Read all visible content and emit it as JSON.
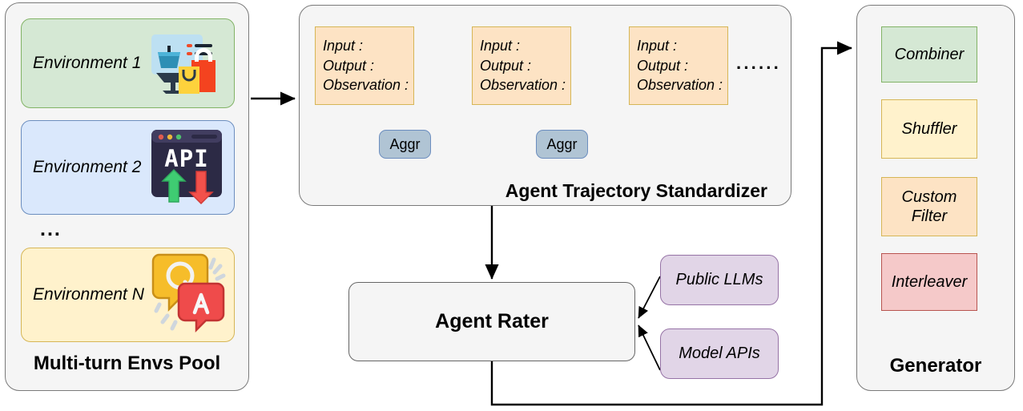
{
  "pool": {
    "title": "Multi-turn Envs Pool",
    "ellipsis": "...",
    "environments": [
      {
        "label": "Environment 1",
        "fill": "#d5e8d4",
        "stroke": "#82b366",
        "icon": "shopping-cart-icon"
      },
      {
        "label": "Environment 2",
        "fill": "#dae8fc",
        "stroke": "#6c8ebf",
        "icon": "api-terminal-icon"
      },
      {
        "label": "Environment N",
        "fill": "#fff2cc",
        "stroke": "#d6b656",
        "icon": "question-answer-icon"
      }
    ]
  },
  "standardizer": {
    "title": "Agent Trajectory Standardizer",
    "ellipsis": "······",
    "steps": [
      {
        "text": "Input :\nOutput :\nObservation :"
      },
      {
        "text": "Input :\nOutput :\nObservation :"
      },
      {
        "text": "Input :\nOutput :\nObservation :"
      }
    ],
    "aggregators": [
      {
        "label": "Aggr"
      },
      {
        "label": "Aggr"
      }
    ]
  },
  "rater": {
    "title": "Agent Rater",
    "sources": [
      {
        "label": "Public LLMs"
      },
      {
        "label": "Model APIs"
      }
    ]
  },
  "generator": {
    "title": "Generator",
    "stages": [
      {
        "label": "Combiner",
        "fill": "#d5e8d4",
        "stroke": "#82b366"
      },
      {
        "label": "Shuffler",
        "fill": "#fff2cc",
        "stroke": "#d6b656"
      },
      {
        "label": "Custom\nFilter",
        "fill": "#fde3c4",
        "stroke": "#d6b656"
      },
      {
        "label": "Interleaver",
        "fill": "#f5c9c9",
        "stroke": "#b85450"
      }
    ]
  },
  "colors": {
    "panel_fill": "#f5f5f5",
    "panel_stroke": "#7a7a7a",
    "wire": "#000000",
    "aggr_fill": "#b0c4d4",
    "traj_fill": "#fde3c4",
    "source_fill": "#e1d5e7"
  }
}
